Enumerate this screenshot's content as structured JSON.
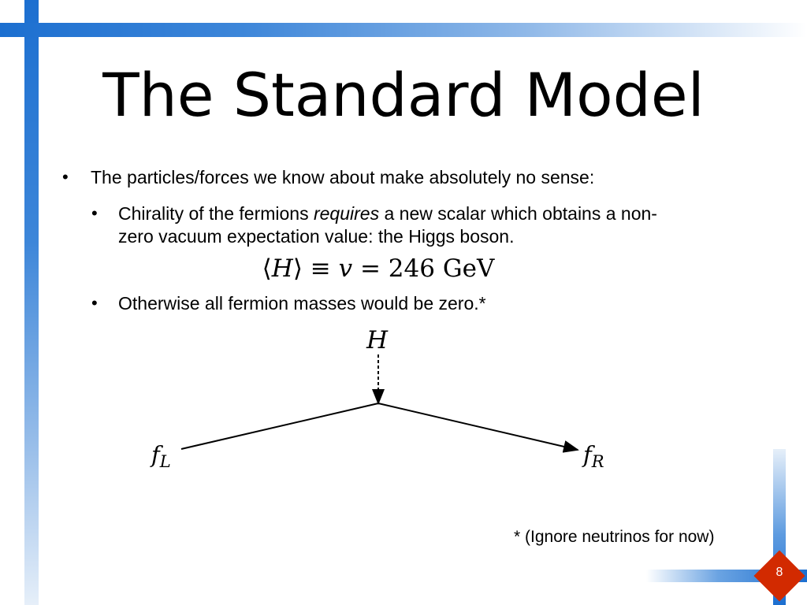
{
  "slide": {
    "title": "The Standard Model",
    "page_number": "8"
  },
  "bullets": {
    "b1": "The particles/forces we know about make absolutely no sense:",
    "b2_part1": "Chirality of the fermions ",
    "b2_emph": "requires",
    "b2_part2": " a new scalar which obtains a non-",
    "b2_line2": "zero vacuum expectation value: the Higgs boson.",
    "b3": "Otherwise all fermion masses would be zero.*",
    "bullet_char": "•"
  },
  "equation": {
    "langle": "⟨",
    "H": "H",
    "rangle": "⟩",
    "equiv": " ≡ ",
    "v": "v",
    "eq": " = 246 GeV"
  },
  "diagram": {
    "higgs_label": "H",
    "left_fermion_symbol": "f",
    "left_fermion_sub": "L",
    "right_fermion_symbol": "f",
    "right_fermion_sub": "R"
  },
  "footnote": "* (Ignore neutrinos for now)",
  "colors": {
    "accent_blue": "#1c6fd0",
    "badge_red": "#d22a00"
  }
}
